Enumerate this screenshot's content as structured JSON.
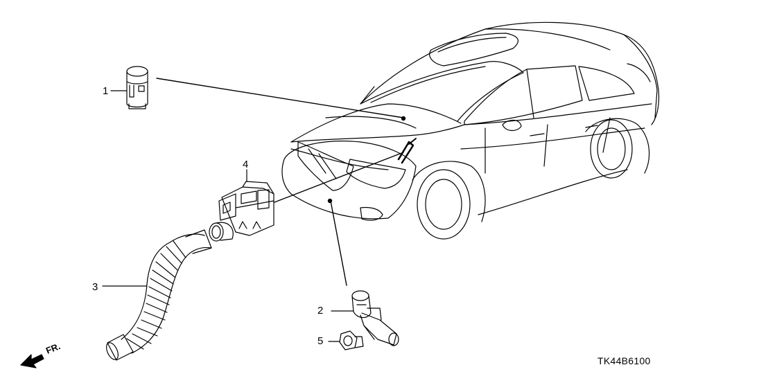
{
  "callouts": {
    "part_1": "1",
    "part_2": "2",
    "part_3": "3",
    "part_4": "4",
    "part_5": "5"
  },
  "direction_label": "FR.",
  "diagram_code": "TK44B6100",
  "line_color": "#000000",
  "background": "#ffffff"
}
